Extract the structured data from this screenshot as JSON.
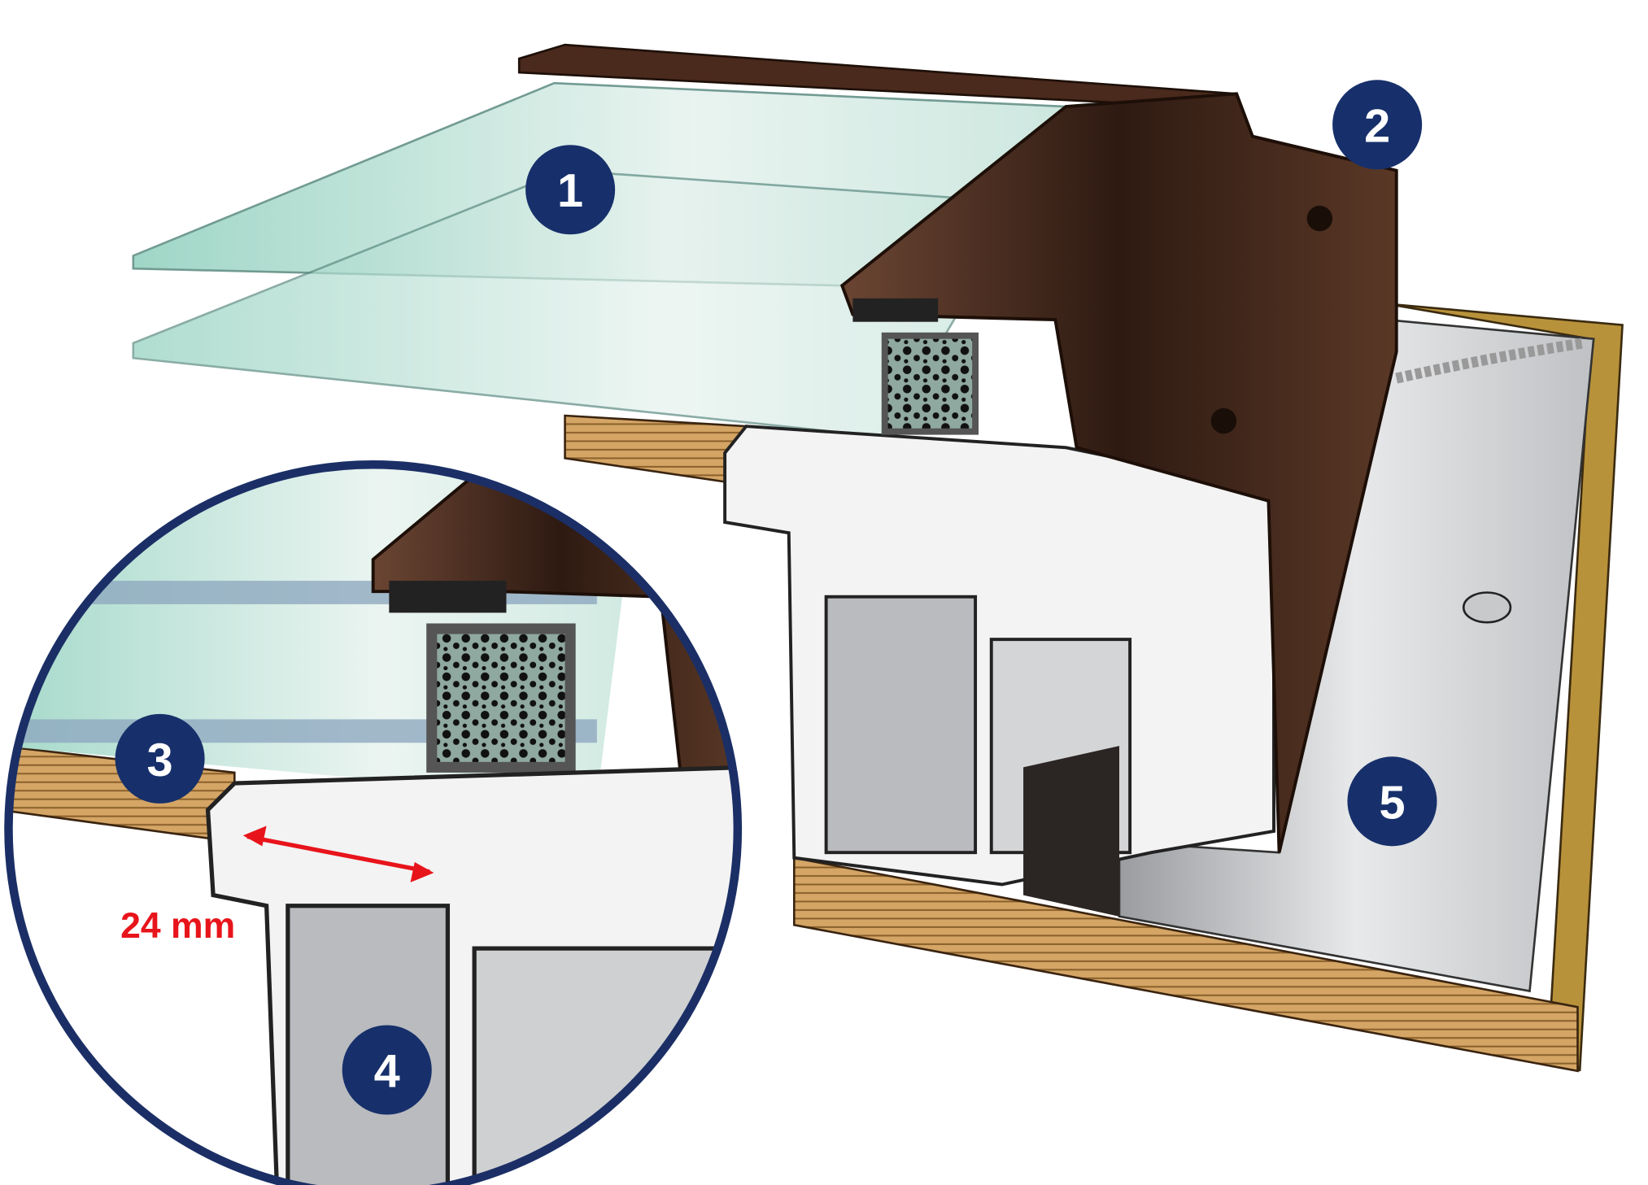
{
  "colors": {
    "marker_fill": "#17306b",
    "inset_border": "#1b2f66",
    "dimension": "#e8141b",
    "cap_brown": "#4a2a1c",
    "wood": "#c99a5a",
    "frame_gold": "#b8923a",
    "glass": "#9fd6c6"
  },
  "markers": [
    {
      "id": "1",
      "label": "1"
    },
    {
      "id": "2",
      "label": "2"
    },
    {
      "id": "3",
      "label": "3"
    },
    {
      "id": "4",
      "label": "4"
    },
    {
      "id": "5",
      "label": "5"
    }
  ],
  "dimension": {
    "label": "24 mm"
  }
}
